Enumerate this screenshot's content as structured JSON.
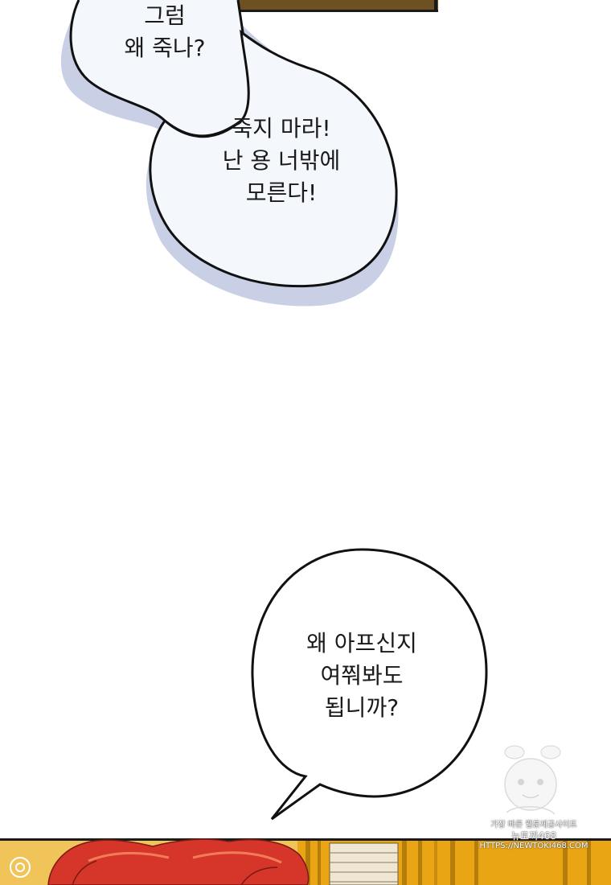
{
  "bubbles": [
    {
      "lines": [
        "그럼",
        "왜 죽나?"
      ]
    },
    {
      "lines": [
        "죽지 마라!",
        "난 용 너밖에",
        "모른다!"
      ]
    },
    {
      "lines": [
        "왜 아프신지",
        "여쭤봐도",
        "됩니까?"
      ]
    }
  ],
  "watermark": {
    "lines": [
      "가장 빠른 웹툰제공사이트",
      "뉴토끼468",
      "HTTPS://NEWTOKI468.COM"
    ]
  },
  "colors": {
    "background": "#ffffff",
    "bubble_fill": "#f4f7fc",
    "bubble_shadow": "#c9d0e6",
    "outline": "#111111",
    "top_panel": "#7a5a2a",
    "hair": "#d6352a",
    "curtain": "#e9a514"
  }
}
